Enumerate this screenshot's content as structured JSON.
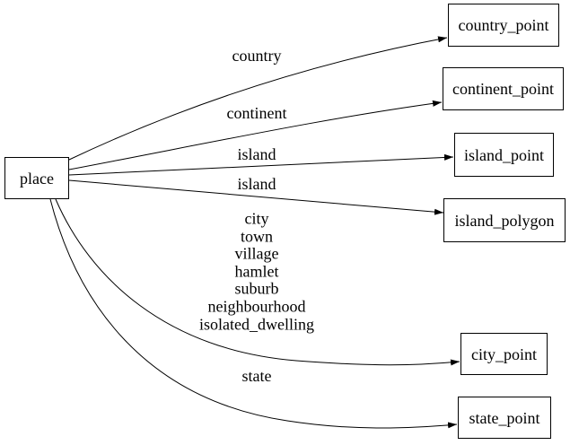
{
  "diagram": {
    "type": "directed-graph",
    "background_color": "#ffffff",
    "node_border_color": "#000000",
    "edge_color": "#000000",
    "text_color": "#000000",
    "nodes": {
      "place": {
        "label": "place"
      },
      "country_point": {
        "label": "country_point"
      },
      "continent_point": {
        "label": "continent_point"
      },
      "island_point": {
        "label": "island_point"
      },
      "island_polygon": {
        "label": "island_polygon"
      },
      "city_point": {
        "label": "city_point"
      },
      "state_point": {
        "label": "state_point"
      }
    },
    "edges": [
      {
        "from": "place",
        "to": "country_point",
        "label": "country"
      },
      {
        "from": "place",
        "to": "continent_point",
        "label": "continent"
      },
      {
        "from": "place",
        "to": "island_point",
        "label": "island"
      },
      {
        "from": "place",
        "to": "island_polygon",
        "label": "island"
      },
      {
        "from": "place",
        "to": "city_point",
        "label": "city\ntown\nvillage\nhamlet\nsuburb\nneighbourhood\nisolated_dwelling"
      },
      {
        "from": "place",
        "to": "state_point",
        "label": "state"
      }
    ]
  }
}
